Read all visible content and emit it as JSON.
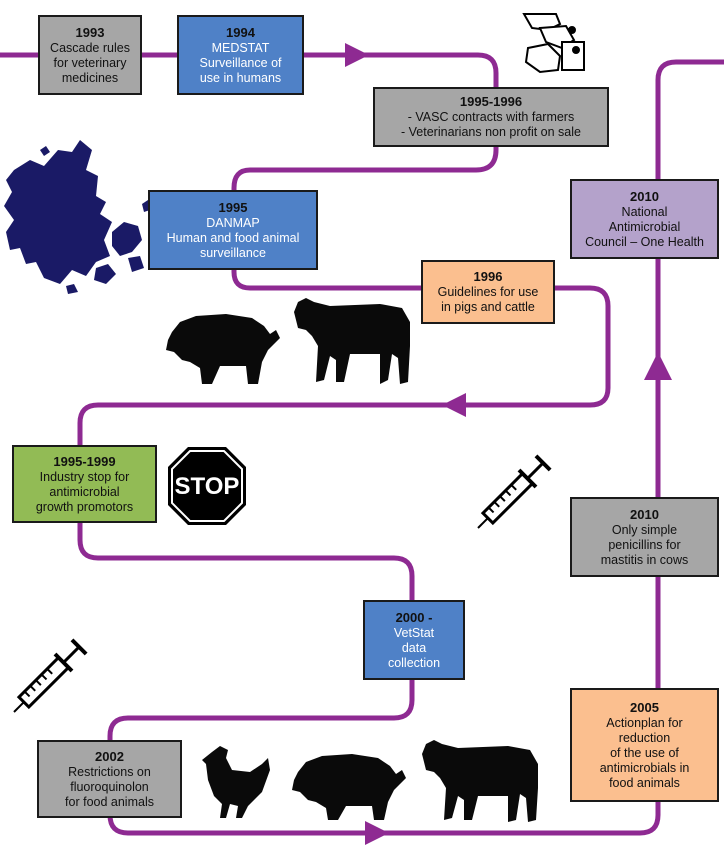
{
  "colors": {
    "path": "#8e2a92",
    "gray": "#a6a6a6",
    "blue": "#4f81c7",
    "orange": "#fbbf8f",
    "green": "#92bb55",
    "lavender": "#b4a2cb",
    "silhouette": "#0a0a0a",
    "map": "#1a1a66"
  },
  "boxes": [
    {
      "id": "b1993",
      "year": "1993",
      "lines": [
        "Cascade rules",
        "for veterinary",
        "medicines"
      ],
      "color": "gray"
    },
    {
      "id": "b1994",
      "year": "1994",
      "lines": [
        "MEDSTAT",
        "Surveillance of",
        "use in humans"
      ],
      "color": "blue"
    },
    {
      "id": "b1995_1996",
      "year": "1995-1996",
      "lines": [
        "- VASC contracts with farmers",
        "- Veterinarians  non profit on sale"
      ],
      "color": "gray"
    },
    {
      "id": "b1995",
      "year": "1995",
      "lines": [
        "DANMAP",
        "Human and food animal",
        "surveillance"
      ],
      "color": "blue"
    },
    {
      "id": "b1996",
      "year": "1996",
      "lines": [
        "Guidelines  for use",
        "in pigs and cattle"
      ],
      "color": "orange"
    },
    {
      "id": "b1995_1999",
      "year": "1995-1999",
      "lines": [
        "Industry stop for",
        "antimicrobial",
        "growth promotors"
      ],
      "color": "green"
    },
    {
      "id": "b2000",
      "year": "2000 -",
      "lines": [
        "VetStat",
        "data",
        "collection"
      ],
      "color": "blue"
    },
    {
      "id": "b2002",
      "year": "2002",
      "lines": [
        "Restrictions on",
        "fluoroquinolon",
        "for food animals"
      ],
      "color": "gray"
    },
    {
      "id": "b2005",
      "year": "2005",
      "lines": [
        "Actionplan for",
        "reduction",
        "of the use of",
        "antimicrobials  in",
        "food animals"
      ],
      "color": "orange"
    },
    {
      "id": "b2010_pen",
      "year": "2010",
      "lines": [
        "Only simple",
        "penicillins  for",
        "mastitis in cows"
      ],
      "color": "gray"
    },
    {
      "id": "b2010_council",
      "year": "2010",
      "lines": [
        "National",
        "Antimicrobial",
        "Council – One Health"
      ],
      "color": "lavender"
    }
  ],
  "stop_sign": {
    "text": "STOP"
  },
  "icons": [
    "denmark-map-icon",
    "hand-pills-icon",
    "pig-icon",
    "cow-icon",
    "stop-sign-icon",
    "syringe-icon",
    "chicken-icon"
  ]
}
